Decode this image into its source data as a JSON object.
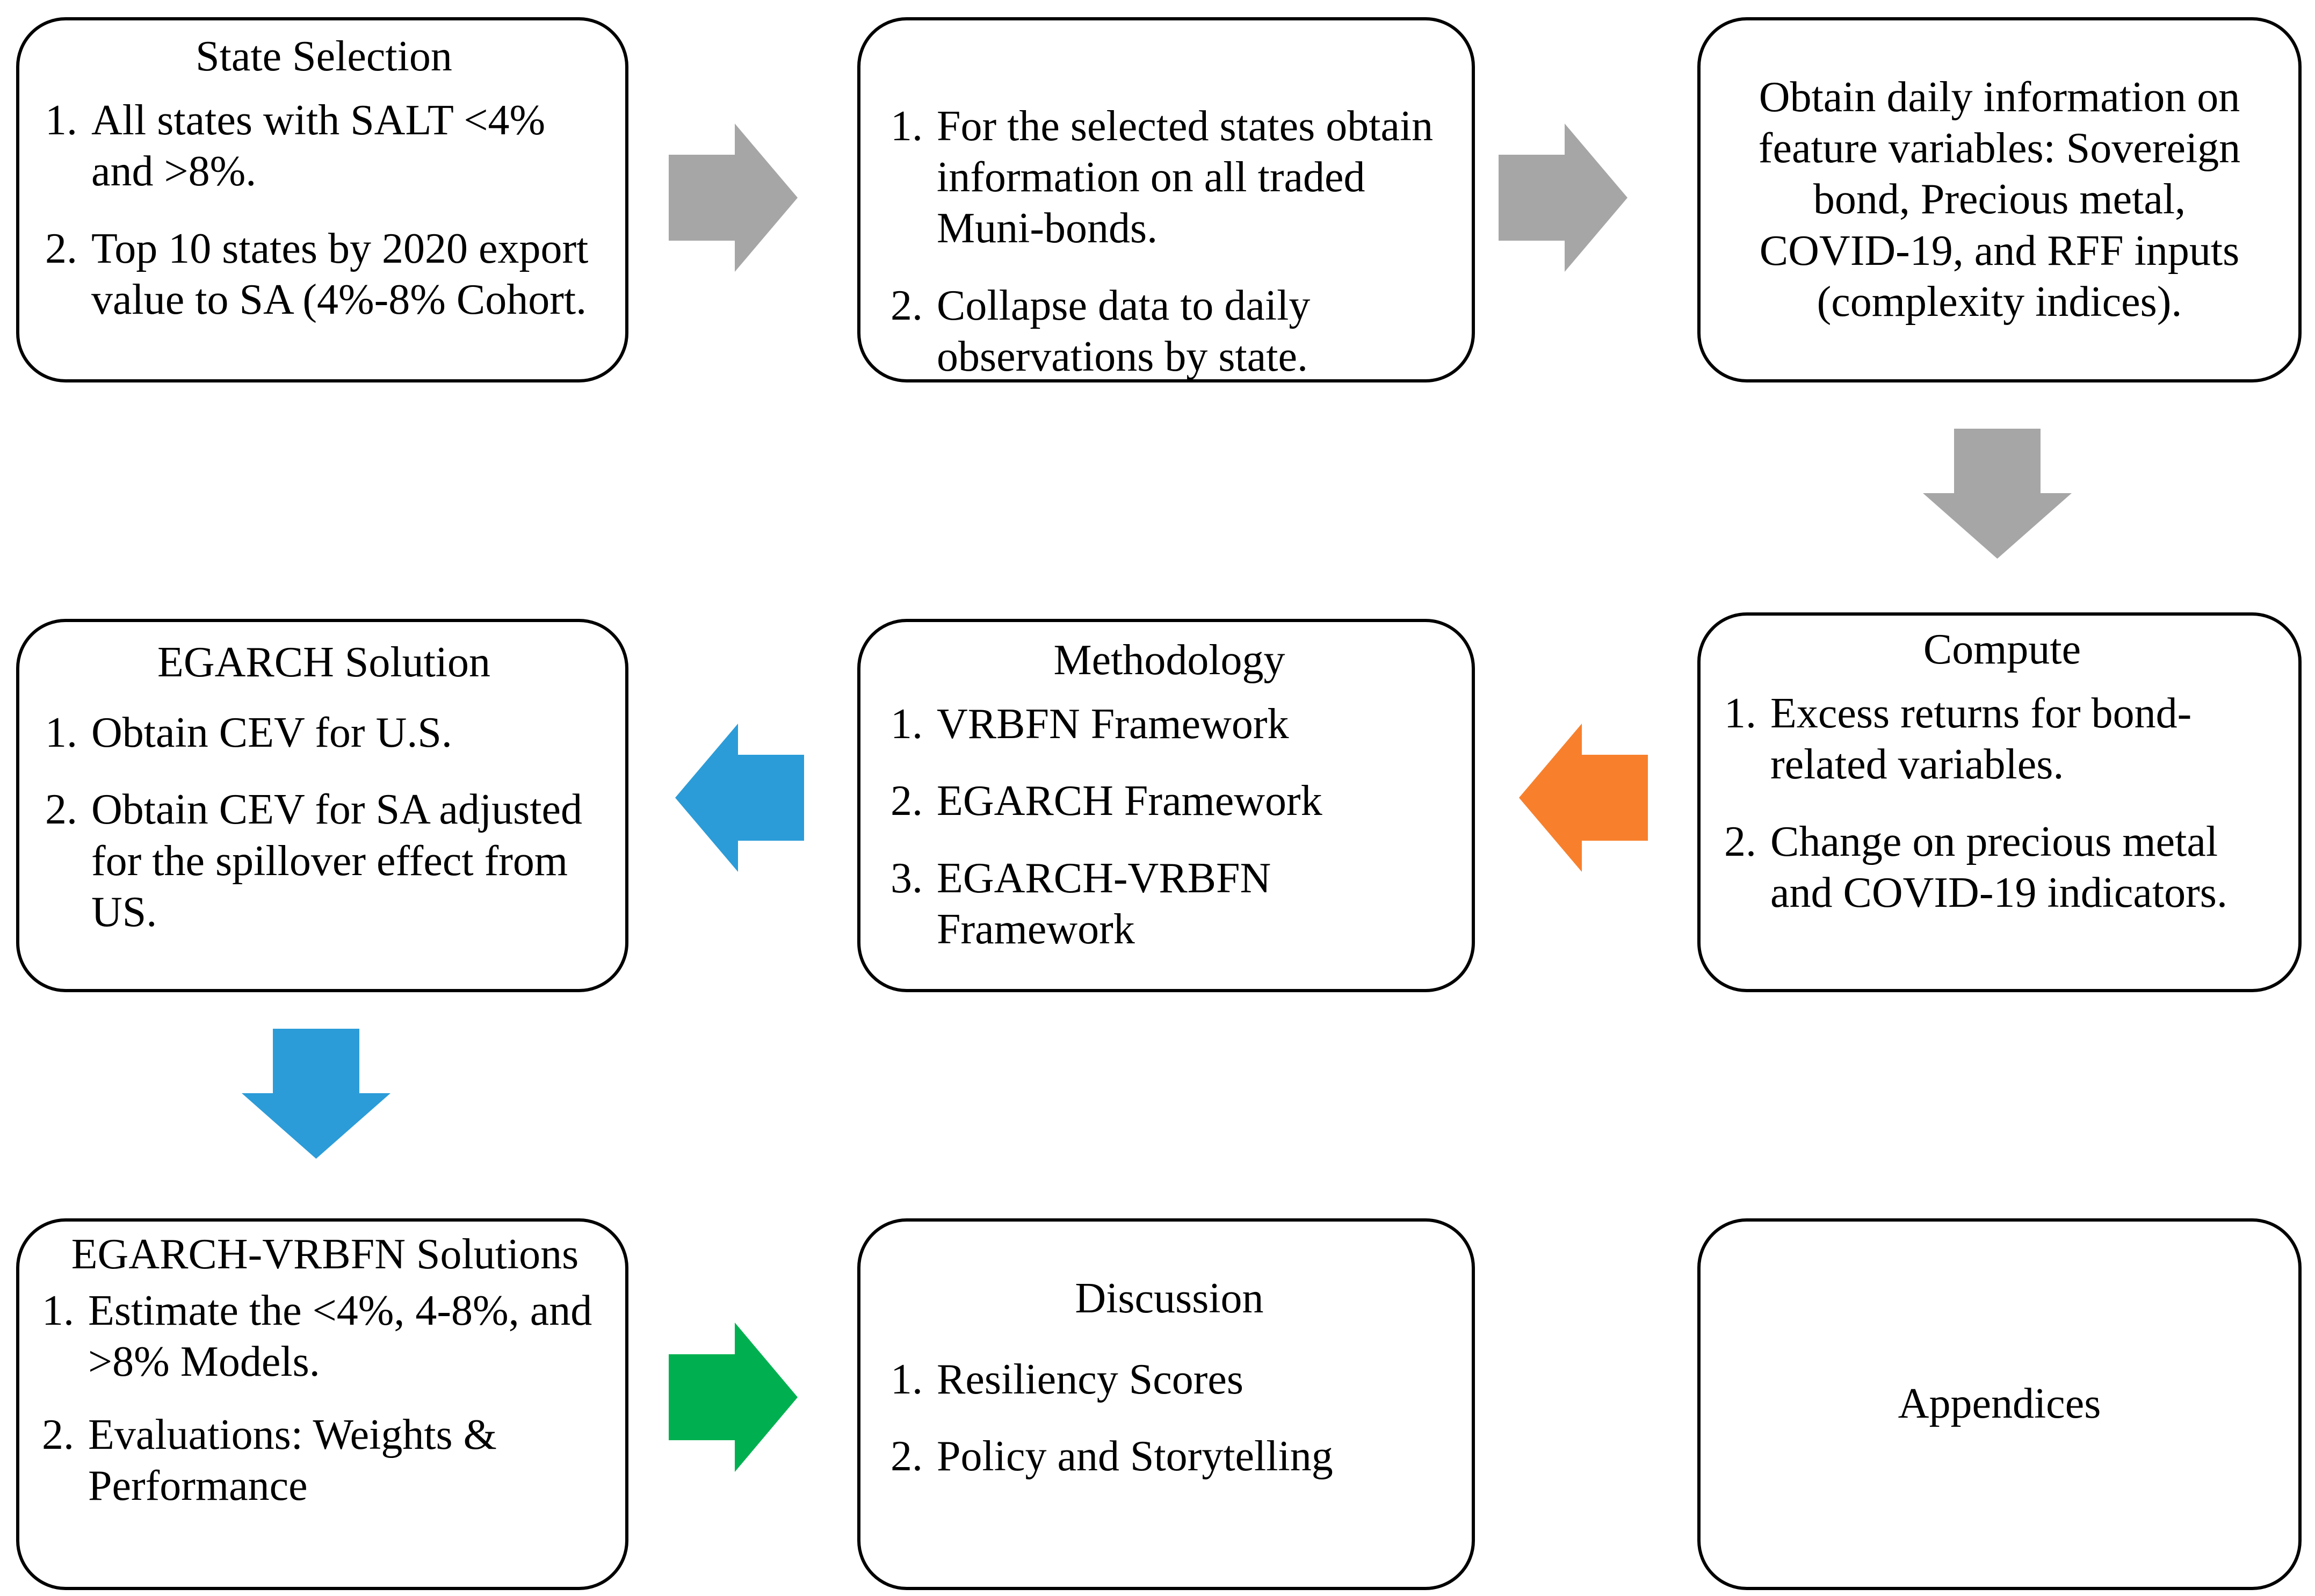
{
  "figure": {
    "type": "flowchart",
    "background": "#FFFFFF",
    "box_border_color": "#000000",
    "text_color": "#000000"
  },
  "colors": {
    "gray": "#A6A6A6",
    "orange": "#F8802C",
    "blue": "#2B9CD8",
    "green": "#00B050"
  },
  "boxes": [
    {
      "title": "State Selection",
      "items": [
        {
          "num": "1.",
          "text": "All states with SALT <4% and >8%."
        },
        {
          "num": "2.",
          "text": "Top 10 states by 2020 export value to SA (4%-8% Cohort."
        }
      ]
    },
    {
      "items": [
        {
          "num": "1.",
          "text": "For the selected states obtain information on all traded Muni-bonds."
        },
        {
          "num": "2.",
          "text": "Collapse data to daily observations by state."
        }
      ]
    },
    {
      "text": "Obtain daily information on feature variables: Sovereign bond, Precious metal, COVID-19, and RFF inputs (complexity indices)."
    },
    {
      "title": "EGARCH Solution",
      "items": [
        {
          "num": "1.",
          "text": "Obtain CEV for U.S."
        },
        {
          "num": "2.",
          "text": "Obtain CEV for SA adjusted for the spillover effect from US."
        }
      ]
    },
    {
      "title": "Methodology",
      "items": [
        {
          "num": "1.",
          "text": "VRBFN Framework"
        },
        {
          "num": "2.",
          "text": "EGARCH Framework"
        },
        {
          "num": "3.",
          "text": "EGARCH-VRBFN Framework"
        }
      ]
    },
    {
      "title": "Compute",
      "items": [
        {
          "num": "1.",
          "text": "Excess returns for bond-related variables."
        },
        {
          "num": "2.",
          "text": "Change on precious metal and COVID-19 indicators."
        }
      ]
    },
    {
      "title": "EGARCH-VRBFN Solutions",
      "items": [
        {
          "num": "1.",
          "text": "Estimate the <4%, 4-8%, and >8% Models."
        },
        {
          "num": "2.",
          "text": "Evaluations: Weights & Performance"
        }
      ]
    },
    {
      "title": "Discussion",
      "items": [
        {
          "num": "1.",
          "text": "Resiliency Scores"
        },
        {
          "num": "2.",
          "text": "Policy and Storytelling"
        }
      ]
    },
    {
      "title": "Appendices"
    }
  ],
  "arrows": [
    {
      "name": "state-selection-to-muni-bonds",
      "direction": "right",
      "color": "gray"
    },
    {
      "name": "muni-bonds-to-daily-info",
      "direction": "right",
      "color": "gray"
    },
    {
      "name": "daily-info-to-compute",
      "direction": "down",
      "color": "gray"
    },
    {
      "name": "compute-to-methodology",
      "direction": "left",
      "color": "orange"
    },
    {
      "name": "methodology-to-egarch-solution",
      "direction": "left",
      "color": "blue"
    },
    {
      "name": "egarch-solution-to-egarch-vrbfn-solutions",
      "direction": "down",
      "color": "blue"
    },
    {
      "name": "egarch-vrbfn-solutions-to-discussion",
      "direction": "right",
      "color": "green"
    }
  ]
}
